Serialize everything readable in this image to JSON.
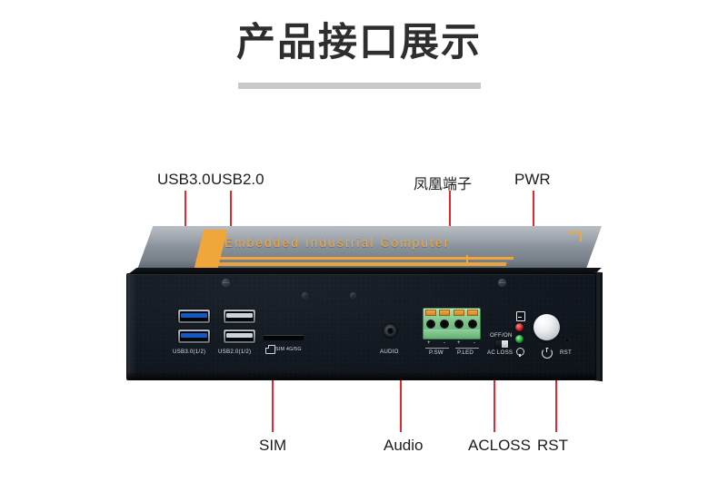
{
  "page": {
    "title": "产品接口展示"
  },
  "callouts": {
    "top": [
      {
        "label": "USB3.0",
        "name": "callout-usb30"
      },
      {
        "label": "USB2.0",
        "name": "callout-usb20"
      },
      {
        "label": "凤凰端子",
        "name": "callout-phoenix-terminal"
      },
      {
        "label": "PWR",
        "name": "callout-pwr"
      }
    ],
    "bottom": [
      {
        "label": "SIM",
        "name": "callout-sim"
      },
      {
        "label": "Audio",
        "name": "callout-audio"
      },
      {
        "label": "ACLOSS",
        "name": "callout-acloss"
      },
      {
        "label": "RST",
        "name": "callout-rst"
      }
    ]
  },
  "device": {
    "lid_text": "Embedded Industrial Computer",
    "silkscreen": {
      "usb30": "USB3.0(1/2)",
      "usb20": "USB2.0(1/2)",
      "sim": "SIM 4G/5G",
      "audio": "AUDIO",
      "p_sw": "P.SW",
      "p_led": "P.LED",
      "plus": "+",
      "minus": "-",
      "off_on": "OFF/ON",
      "ac_loss": "AC LOSS",
      "rst": "RST"
    }
  },
  "colors": {
    "accent_orange": "#f0a63a",
    "leader_red": "#e8262b",
    "usb3_blue": "#1259c4",
    "terminal_green": "#7cc388",
    "led_red": "#cf1f21",
    "led_green": "#16a336",
    "title_gray": "#2e2e2e",
    "rule_gray": "#c9c9c9"
  }
}
